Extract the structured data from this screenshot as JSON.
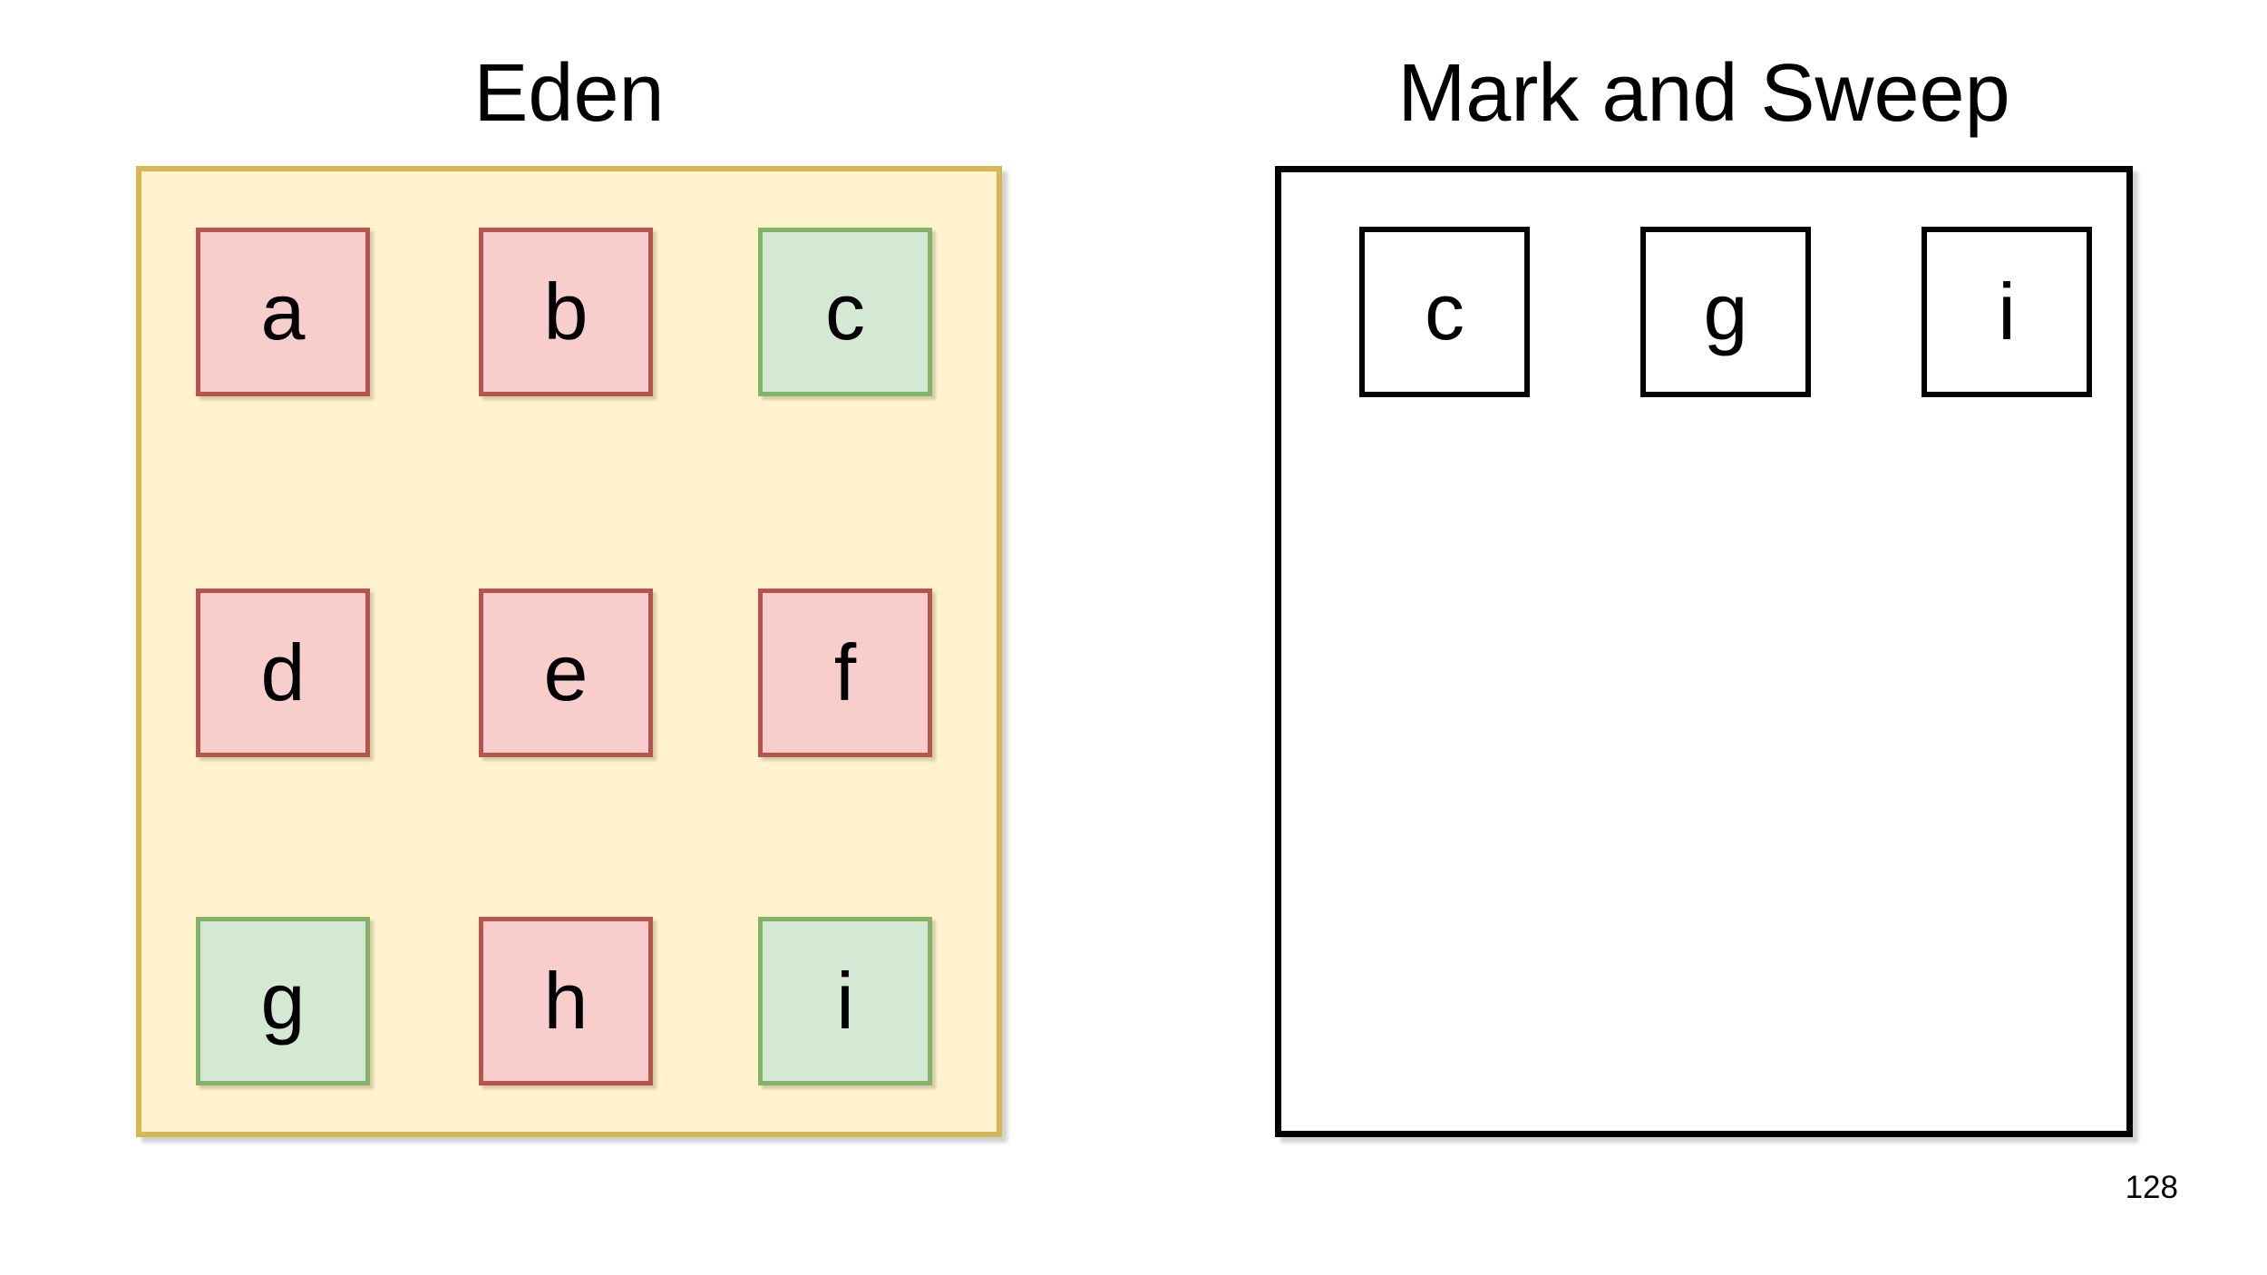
{
  "page": {
    "number": "128",
    "background_color": "#FFFFFF"
  },
  "colors": {
    "eden_fill": "#FFF2CC",
    "eden_border": "#D6B656",
    "dead_cell_fill": "#F8CECC",
    "dead_cell_border": "#B85450",
    "live_cell_fill": "#D5E8D4",
    "live_cell_border": "#82B366",
    "ms_fill": "#FFFFFF",
    "ms_border": "#000000",
    "text": "#000000"
  },
  "panels": {
    "eden": {
      "title": "Eden",
      "cells": [
        {
          "label": "a",
          "status": "dead"
        },
        {
          "label": "b",
          "status": "dead"
        },
        {
          "label": "c",
          "status": "live"
        },
        {
          "label": "d",
          "status": "dead"
        },
        {
          "label": "e",
          "status": "dead"
        },
        {
          "label": "f",
          "status": "dead"
        },
        {
          "label": "g",
          "status": "live"
        },
        {
          "label": "h",
          "status": "dead"
        },
        {
          "label": "i",
          "status": "live"
        }
      ]
    },
    "mark_and_sweep": {
      "title": "Mark and Sweep",
      "cells": [
        {
          "label": "c"
        },
        {
          "label": "g"
        },
        {
          "label": "i"
        }
      ]
    }
  }
}
